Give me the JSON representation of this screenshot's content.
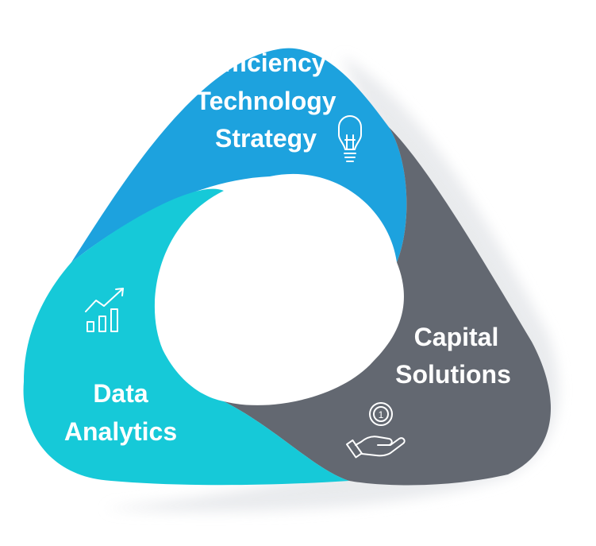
{
  "segments": [
    {
      "id": "top",
      "lines": [
        "Efficiency",
        "Technology",
        "Strategy"
      ],
      "icon": "lightbulb-icon",
      "color": "#1da2de",
      "text_color": "#ffffff"
    },
    {
      "id": "right",
      "lines": [
        "Capital",
        "Solutions"
      ],
      "icon": "coin-in-hand-icon",
      "color": "#636871",
      "text_color": "#ffffff"
    },
    {
      "id": "left",
      "lines": [
        "Data",
        "Analytics"
      ],
      "icon": "growth-chart-icon",
      "color": "#16c9d8",
      "text_color": "#ffffff"
    }
  ],
  "colors": {
    "background": "#ffffff",
    "shadow": "#e7e9ec"
  }
}
